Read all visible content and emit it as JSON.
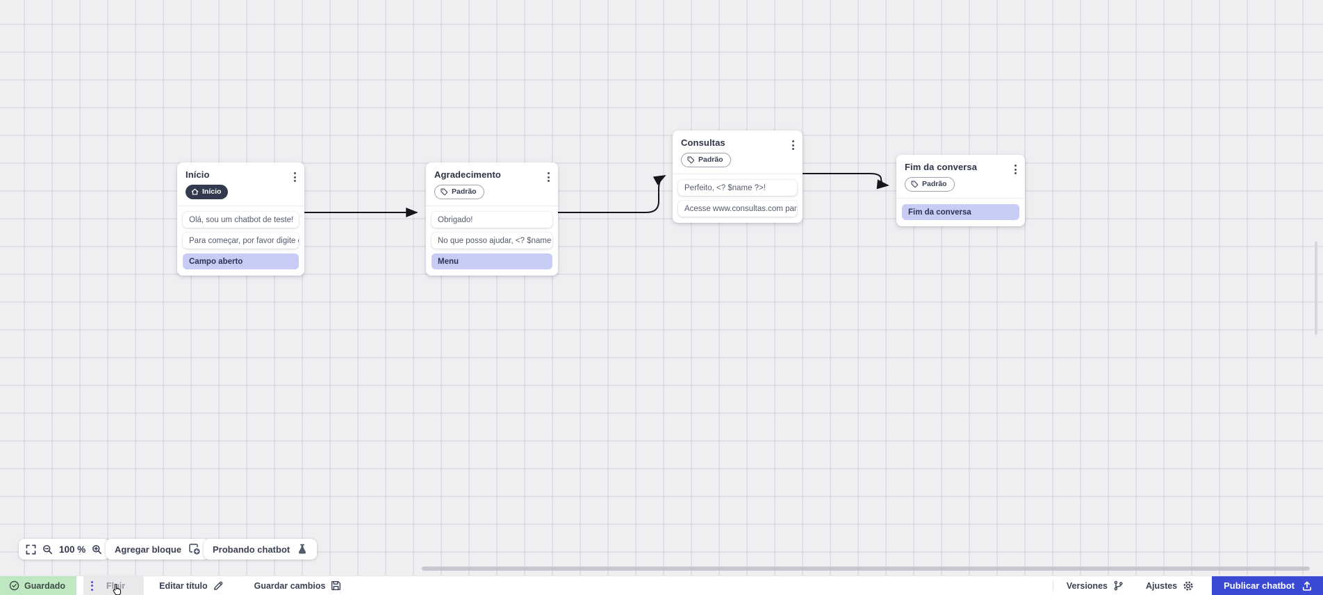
{
  "canvas": {
    "nodes": [
      {
        "title": "Início",
        "badge": {
          "icon": "home-icon",
          "label": "Início",
          "style": "dark"
        },
        "rows": [
          "Olá, sou um chatbot de teste!",
          "Para começar, por favor digite o ...",
          "Campo aberto"
        ]
      },
      {
        "title": "Agradecimento",
        "badge": {
          "icon": "tag-icon",
          "label": "Padrão",
          "style": "outline"
        },
        "rows": [
          "Obrigado!",
          "No que posso ajudar, <? $name ...",
          "Menu"
        ]
      },
      {
        "title": "Consultas",
        "badge": {
          "icon": "tag-icon",
          "label": "Padrão",
          "style": "outline"
        },
        "rows": [
          "Perfeito, <? $name ?>!",
          "Acesse www.consultas.com par..."
        ]
      },
      {
        "title": "Fim da conversa",
        "badge": {
          "icon": "tag-icon",
          "label": "Padrão",
          "style": "outline"
        },
        "rows": [
          "Fim da conversa"
        ]
      }
    ]
  },
  "toolbar": {
    "zoom_level": "100 %",
    "add_block_label": "Agregar bloque",
    "test_chatbot_label": "Probando chatbot"
  },
  "statusbar": {
    "saved_label": "Guardado",
    "flow_tab_label": "Fluir",
    "edit_title_label": "Editar título",
    "save_changes_label": "Guardar cambios",
    "versions_label": "Versiones",
    "settings_label": "Ajustes",
    "publish_label": "Publicar chatbot"
  },
  "colors": {
    "accent_blue": "#3b4ad4",
    "saved_green_bg": "#bde8c2",
    "highlight_lavender": "#c6ccf4",
    "badge_dark": "#333a4d",
    "canvas_bg": "#efeff2",
    "edge_black": "#15161a"
  }
}
